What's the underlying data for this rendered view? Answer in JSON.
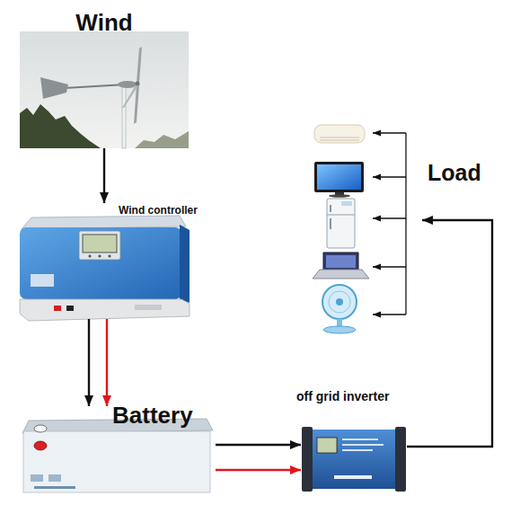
{
  "diagram": {
    "nodes": [
      {
        "text": [
          "Wind"
        ]
      },
      {
        "text": [
          "Wind controller"
        ]
      },
      {
        "text": [
          "Battery"
        ]
      },
      {
        "text": [
          "off grid inverter"
        ]
      },
      {
        "text": [
          "Load"
        ]
      }
    ],
    "edges": [
      {
        "from": 0,
        "to": 1,
        "arrow": "to"
      },
      {
        "from": 1,
        "to": 2,
        "arrow": "to"
      },
      {
        "from": 1,
        "to": 2,
        "arrow": "to"
      },
      {
        "from": 2,
        "to": 3,
        "arrow": "to"
      },
      {
        "from": 2,
        "to": 3,
        "arrow": "to"
      },
      {
        "from": 3,
        "to": 4,
        "arrow": "to"
      }
    ]
  }
}
